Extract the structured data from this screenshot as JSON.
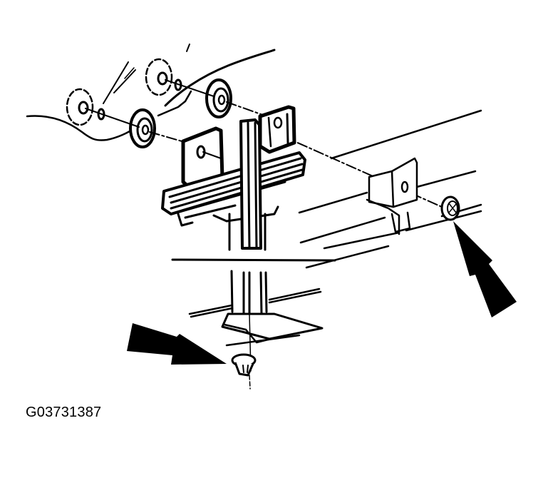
{
  "diagram": {
    "type": "exploded-view line drawing",
    "subject": "rear spring hanger / bracket assembly with exploded washers and fasteners",
    "figure_id": "G03731387",
    "colors": {
      "ink": "#000000",
      "background": "#ffffff"
    },
    "callouts": [
      {
        "name": "arrow-right-fastener",
        "points_to": "nut at frame bracket (right)"
      },
      {
        "name": "arrow-bottom-fastener",
        "points_to": "bolt/nut beneath lower mount (bottom)"
      }
    ],
    "components": [
      "rear-washer-pair-upper-left (phantom/dashed)",
      "rear-washer-pair-upper-center (phantom/dashed)",
      "front-washer-left",
      "front-washer-center",
      "spring-hanger-bracket",
      "leaf-spring-pack",
      "vertical-post",
      "frame-rail-bracket",
      "frame-nut-right",
      "lower-post-base",
      "lower-fastener"
    ]
  }
}
